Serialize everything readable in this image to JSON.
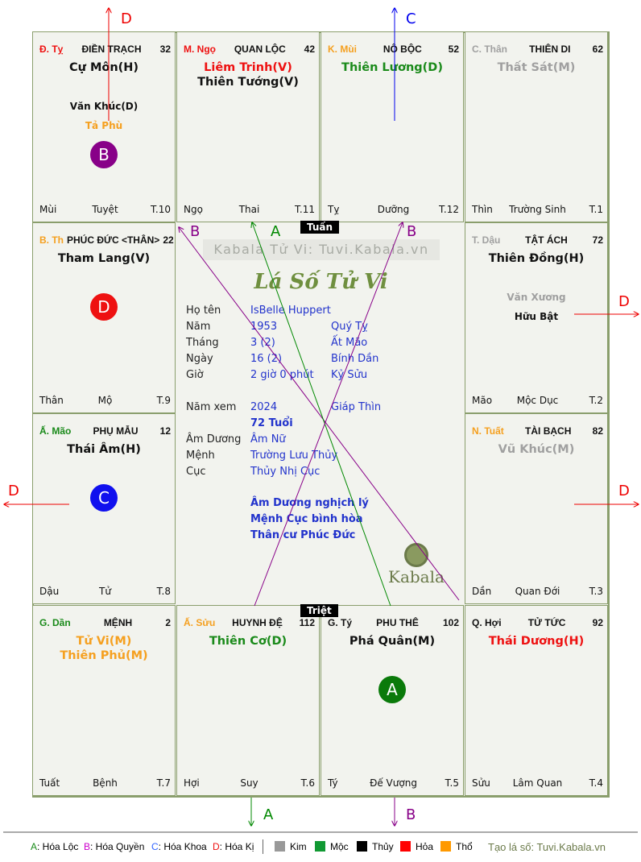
{
  "colors": {
    "kim": "#a0a0a0",
    "moc": "#1a8a1a",
    "thuy": "#111111",
    "hoa": "#ee1111",
    "tho": "#f5a020",
    "quyen": "#880088",
    "khoa": "#1010ee"
  },
  "palaces": [
    {
      "can": "Đ. Tỵ",
      "can_color": "#ee1111",
      "name": "ĐIỀN TRẠCH",
      "num": "32",
      "mains": [
        {
          "t": "Cự Môn(H)",
          "c": "#111111"
        }
      ],
      "minors": [
        {
          "t": "Văn Khúc(D)",
          "c": "#111111"
        },
        {
          "t": "Tả Phù",
          "c": "#f5a020"
        }
      ],
      "badge": {
        "t": "B",
        "c": "#880088"
      },
      "branch": "Mùi",
      "stage": "Tuyệt",
      "month": "T.10"
    },
    {
      "can": "M. Ngọ",
      "can_color": "#ee1111",
      "name": "QUAN LỘC",
      "num": "42",
      "mains": [
        {
          "t": "Liêm Trinh(V)",
          "c": "#ee1111"
        },
        {
          "t": "Thiên Tướng(V)",
          "c": "#111111"
        }
      ],
      "minors": [],
      "branch": "Ngọ",
      "stage": "Thai",
      "month": "T.11"
    },
    {
      "can": "K. Mùi",
      "can_color": "#f5a020",
      "name": "NÔ BỘC",
      "num": "52",
      "mains": [
        {
          "t": "Thiên Lương(D)",
          "c": "#1a8a1a"
        }
      ],
      "minors": [],
      "branch": "Tỵ",
      "stage": "Dưỡng",
      "month": "T.12"
    },
    {
      "can": "C. Thân",
      "can_color": "#a0a0a0",
      "name": "THIÊN DI",
      "num": "62",
      "mains": [
        {
          "t": "Thất Sát(M)",
          "c": "#a0a0a0"
        }
      ],
      "minors": [],
      "branch": "Thìn",
      "stage": "Trường Sinh",
      "month": "T.1"
    },
    {
      "can": "B. Th",
      "can_color": "#f5a020",
      "name": "PHÚC ĐỨC <THÂN>",
      "num": "22",
      "mains": [
        {
          "t": "Tham Lang(V)",
          "c": "#111111"
        }
      ],
      "minors": [],
      "badge": {
        "t": "D",
        "c": "#ee1111"
      },
      "branch": "Thân",
      "stage": "Mộ",
      "month": "T.9"
    },
    {
      "can": "T. Dậu",
      "can_color": "#a0a0a0",
      "name": "TẬT ÁCH",
      "num": "72",
      "mains": [
        {
          "t": "Thiên Đồng(H)",
          "c": "#111111"
        }
      ],
      "minors": [
        {
          "t": "Văn Xương",
          "c": "#a0a0a0"
        },
        {
          "t": "Hữu Bật",
          "c": "#111111"
        }
      ],
      "branch": "Mão",
      "stage": "Mộc Dục",
      "month": "T.2"
    },
    {
      "can": "Ấ. Mão",
      "can_color": "#1a8a1a",
      "name": "PHỤ MẪU",
      "num": "12",
      "mains": [
        {
          "t": "Thái Âm(H)",
          "c": "#111111"
        }
      ],
      "minors": [],
      "badge": {
        "t": "C",
        "c": "#1010ee"
      },
      "branch": "Dậu",
      "stage": "Tử",
      "month": "T.8"
    },
    {
      "can": "N. Tuất",
      "can_color": "#f5a020",
      "name": "TÀI BẠCH",
      "num": "82",
      "mains": [
        {
          "t": "Vũ Khúc(M)",
          "c": "#a0a0a0"
        }
      ],
      "minors": [],
      "branch": "Dần",
      "stage": "Quan Đới",
      "month": "T.3"
    },
    {
      "can": "G. Dần",
      "can_color": "#1a8a1a",
      "name": "MỆNH",
      "num": "2",
      "mains": [
        {
          "t": "Tử Vi(M)",
          "c": "#f5a020"
        },
        {
          "t": "Thiên Phủ(M)",
          "c": "#f5a020"
        }
      ],
      "minors": [],
      "branch": "Tuất",
      "stage": "Bệnh",
      "month": "T.7"
    },
    {
      "can": "Ấ. Sửu",
      "can_color": "#f5a020",
      "name": "HUYNH ĐỆ",
      "num": "112",
      "mains": [
        {
          "t": "Thiên Cơ(D)",
          "c": "#1a8a1a"
        }
      ],
      "minors": [],
      "branch": "Hợi",
      "stage": "Suy",
      "month": "T.6"
    },
    {
      "can": "G. Tý",
      "can_color": "#111111",
      "name": "PHU THÊ",
      "num": "102",
      "mains": [
        {
          "t": "Phá Quân(M)",
          "c": "#111111"
        }
      ],
      "minors": [],
      "badge": {
        "t": "A",
        "c": "#0a7a0a"
      },
      "branch": "Tý",
      "stage": "Đế Vượng",
      "month": "T.5"
    },
    {
      "can": "Q. Hợi",
      "can_color": "#111111",
      "name": "TỬ TỨC",
      "num": "92",
      "mains": [
        {
          "t": "Thái Dương(H)",
          "c": "#ee1111"
        }
      ],
      "minors": [],
      "branch": "Sửu",
      "stage": "Lâm Quan",
      "month": "T.4"
    }
  ],
  "center": {
    "tuan": "Tuấn",
    "triet": "Triệt",
    "watermark": "Kabala Tử Vi: Tuvi.Kabala.vn",
    "title": "Lá Số Tử Vi",
    "rows": [
      {
        "label": "Họ tên",
        "value": "IsBelle Huppert",
        "extra": ""
      },
      {
        "label": "Năm",
        "value": "1953",
        "extra": "Quý Tỵ"
      },
      {
        "label": "Tháng",
        "value": "3  (2)",
        "extra": "Ất Mão"
      },
      {
        "label": "Ngày",
        "value": "16  (2)",
        "extra": "Bính Dần"
      },
      {
        "label": "Giờ",
        "value": "2 giờ 0 phút",
        "extra": "Kỷ Sửu"
      },
      {
        "label": "Năm xem",
        "value": "2024",
        "extra": "Giáp Thìn"
      },
      {
        "label": "",
        "value": "72 Tuổi",
        "extra": ""
      },
      {
        "label": "Âm Dương",
        "value": "Âm Nữ",
        "extra": ""
      },
      {
        "label": "Mệnh",
        "value": "Trường Lưu Thủy",
        "extra": ""
      },
      {
        "label": "Cục",
        "value": "Thủy Nhị Cục",
        "extra": ""
      }
    ],
    "notes": [
      "Âm Dương nghịch lý",
      "Mệnh Cục bình hòa",
      "Thân cư Phúc Đức"
    ],
    "logo": "Kabala"
  },
  "arrows": {
    "a": "A",
    "b": "B",
    "c": "C",
    "d": "D"
  },
  "legend": {
    "hoa": [
      {
        "k": "A",
        "t": ": Hóa Lộc",
        "c": "#1a8a1a"
      },
      {
        "k": "B",
        "t": ": Hóa Quyền",
        "c": "#cc00cc"
      },
      {
        "k": "C",
        "t": ": Hóa Khoa",
        "c": "#3366ff"
      },
      {
        "k": "D",
        "t": ": Hóa Kị",
        "c": "#ee1111"
      }
    ],
    "elements": [
      {
        "t": "Kim",
        "c": "#999999"
      },
      {
        "t": "Mộc",
        "c": "#119933"
      },
      {
        "t": "Thủy",
        "c": "#000000"
      },
      {
        "t": "Hỏa",
        "c": "#ff0000"
      },
      {
        "t": "Thổ",
        "c": "#ff9900"
      }
    ],
    "credit": "Tạo lá số: Tuvi.Kabala.vn"
  }
}
